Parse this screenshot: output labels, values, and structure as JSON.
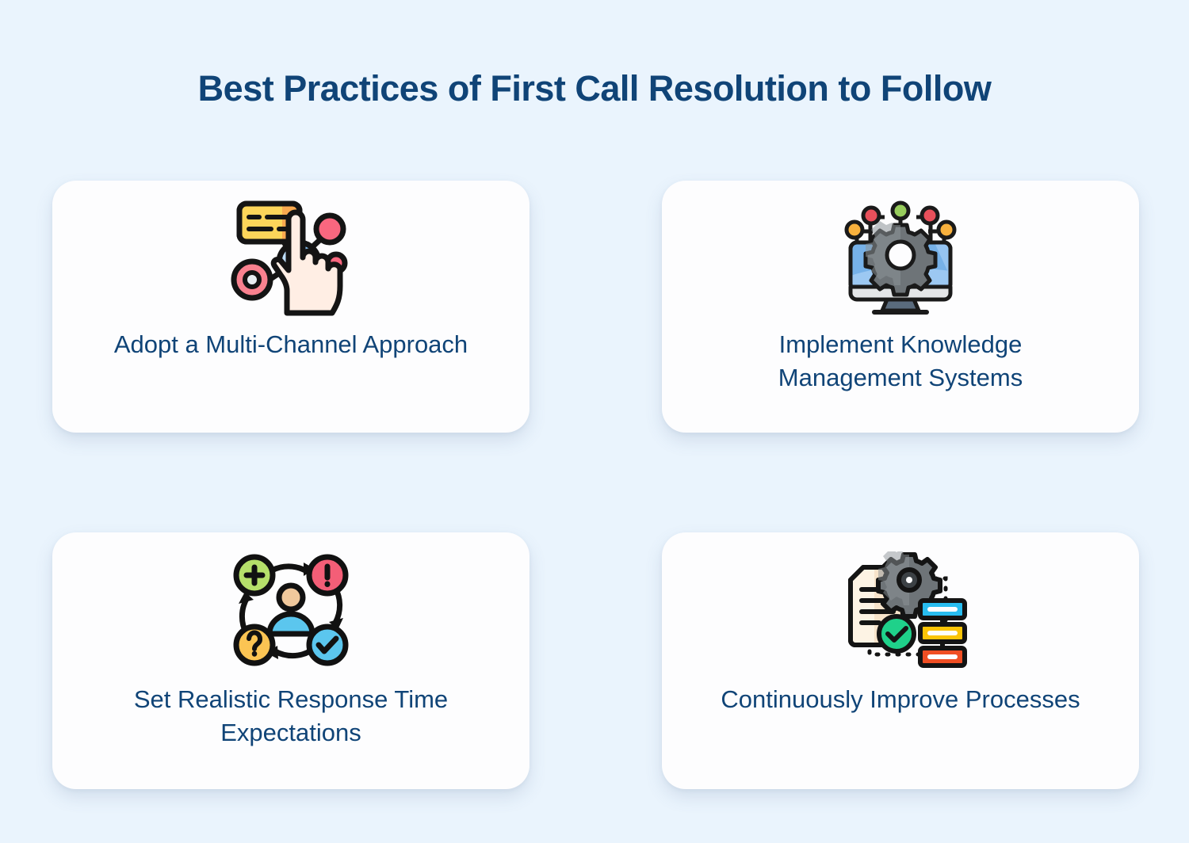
{
  "header": {
    "title": "Best Practices of First Call Resolution to Follow"
  },
  "theme": {
    "background_color": "#eaf4fd",
    "card_color": "#fdfdfe",
    "title_color": "#104477",
    "label_color": "#104477"
  },
  "cards": [
    {
      "id": "multi-channel",
      "label": "Adopt a Multi-Channel Approach",
      "icon": "network-touch-icon",
      "icon_colors": {
        "bubble": "#fcd55a",
        "bubble_shade": "#f9a94f",
        "node_blue": "#a8d4f5",
        "node_blue_shade": "#7fb9e8",
        "node_pink": "#f9677f",
        "ring_pink": "#f9818f",
        "ring_inner": "#e8eef2",
        "hand": "#ffeee4",
        "outline": "#141414"
      }
    },
    {
      "id": "knowledge-management",
      "label": "Implement Knowledge Management Systems",
      "icon": "monitor-gear-nodes-icon",
      "icon_colors": {
        "screen": "#76b1e8",
        "screen_light": "#9cc8f2",
        "bezel": "#e4e6e8",
        "stand": "#5a6b7d",
        "gear": "#6e7478",
        "gear_light": "#8d9498",
        "dot_green": "#97cc5c",
        "dot_red": "#e8505b",
        "dot_orange": "#f8b13d",
        "outline": "#1a1a1a"
      }
    },
    {
      "id": "response-time",
      "label": "Set Realistic Response Time Expectations",
      "icon": "user-feedback-cycle-icon",
      "icon_colors": {
        "plus_green": "#b5e06a",
        "alert_red": "#f45e77",
        "check_blue": "#5bc6ee",
        "question_yellow": "#fbc453",
        "person_head": "#f0c89c",
        "person_body": "#5bc6ee",
        "outline": "#111111"
      }
    },
    {
      "id": "improve-processes",
      "label": "Continuously Improve Processes",
      "icon": "document-gear-workflow-icon",
      "icon_colors": {
        "document": "#f7e3ca",
        "document_light": "#fdf3e4",
        "gear": "#6e7478",
        "gear_light": "#8d9498",
        "check_green": "#1fd18a",
        "bar_cyan": "#28bdf0",
        "bar_yellow": "#fbc407",
        "bar_red": "#f04e23",
        "outline": "#141414"
      }
    }
  ]
}
